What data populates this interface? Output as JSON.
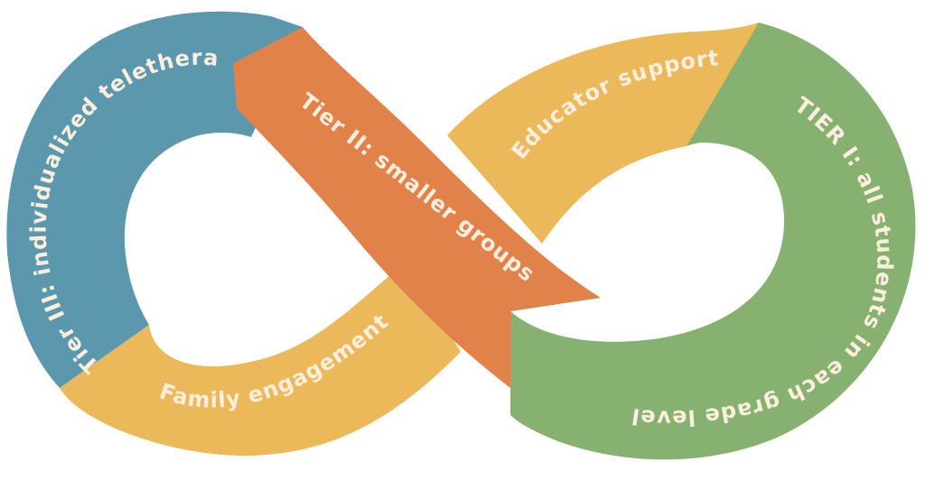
{
  "diagram": {
    "segments": [
      {
        "id": "tier3",
        "label": "Tier III: individualized teletheraphy",
        "color": "#5b98ae"
      },
      {
        "id": "family",
        "label": "Family engagement",
        "color": "#ebb85a"
      },
      {
        "id": "tier2",
        "label": "Tier II: smaller groups",
        "color": "#e0824a"
      },
      {
        "id": "educator",
        "label": "Educator support",
        "color": "#ebb85a"
      },
      {
        "id": "tier1",
        "label": "TIER I: all students in each grade level",
        "color": "#86b170"
      }
    ],
    "background": "#ffffff"
  }
}
